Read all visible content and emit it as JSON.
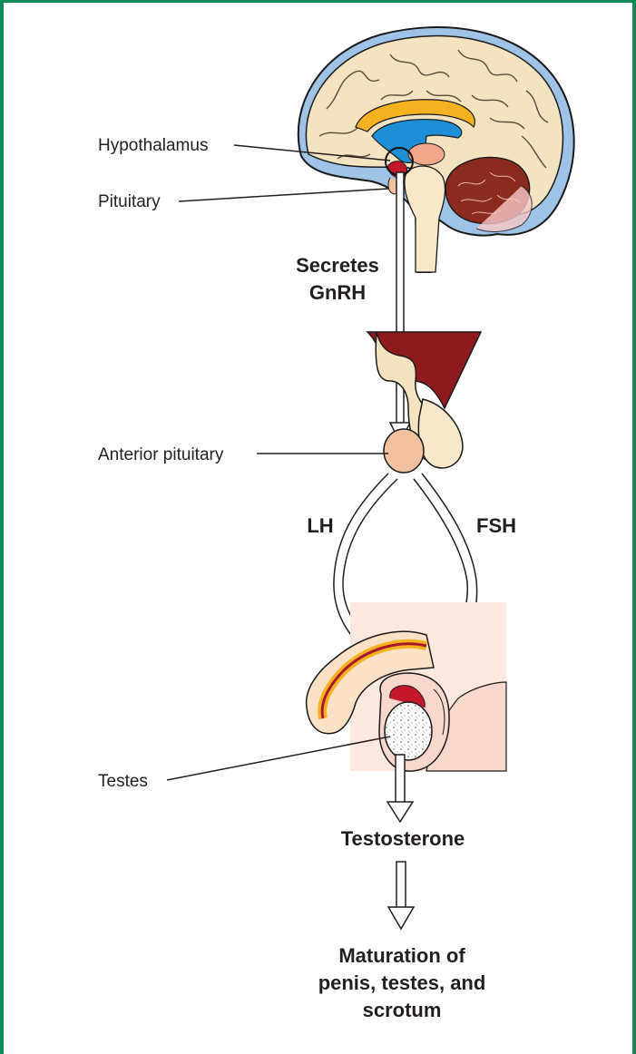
{
  "labels": {
    "hypothalamus": "Hypothalamus",
    "pituitary": "Pituitary",
    "anterior_pituitary": "Anterior pituitary",
    "testes": "Testes"
  },
  "steps": {
    "secretes_line1": "Secretes",
    "secretes_line2": "GnRH",
    "lh": "LH",
    "fsh": "FSH",
    "testosterone": "Testosterone",
    "maturation_line1": "Maturation of",
    "maturation_line2": "penis, testes, and",
    "maturation_line3": "scrotum"
  },
  "colors": {
    "frame": "#138a5a",
    "brain_tissue": "#f4e3c1",
    "meninges": "#9ec3e6",
    "ventricle": "#1e8fd6",
    "corpus_callosum": "#f4b120",
    "cerebellum": "#8b2a1e",
    "pituitary": "#f2c2a0",
    "scrotum_skin": "#f8d8cc",
    "vessel": "#a8192e"
  }
}
